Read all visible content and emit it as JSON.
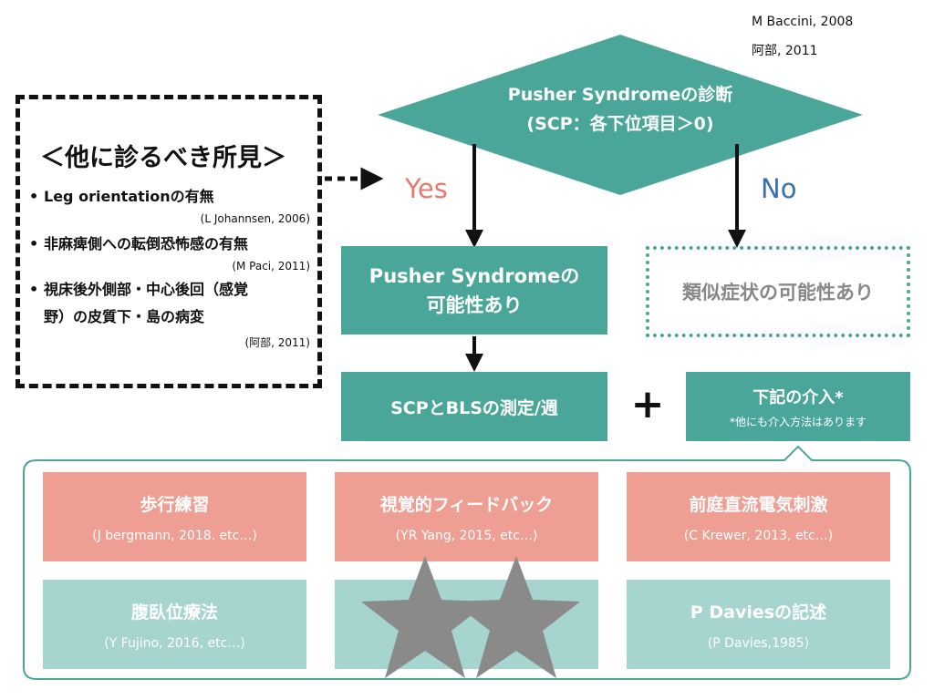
{
  "references": {
    "line1": "M Baccini, 2008",
    "line2": "阿部, 2011"
  },
  "decision": {
    "title_line1": "Pusher Syndromeの診断",
    "title_line2": "(SCP：各下位項目＞0)"
  },
  "branches": {
    "yes": "Yes",
    "no": "No"
  },
  "left_panel": {
    "title": "＜他に診るべき所見＞",
    "bullet": "•",
    "items": [
      {
        "text": "Leg orientationの有無",
        "cite": "(L Johannsen, 2006)"
      },
      {
        "text": "非麻痺側への転倒恐怖感の有無",
        "cite": "(M Paci, 2011)"
      },
      {
        "text_line1": "視床後外側部・中心後回（感覚",
        "text_line2": "野）の皮質下・島の病変",
        "cite": "(阿部, 2011)"
      }
    ]
  },
  "yes_result": {
    "line1": "Pusher Syndromeの",
    "line2": "可能性あり"
  },
  "no_result": "類似症状の可能性あり",
  "measurement": "SCPとBLSの測定/週",
  "plus": "+",
  "intervention": {
    "title": "下記の介入*",
    "note": "*他にも介入方法はあります"
  },
  "interventions": [
    {
      "name": "歩行練習",
      "cite": "(J bergmann, 2018. etc…)"
    },
    {
      "name": "視覚的フィードバック",
      "cite": "(YR Yang, 2015, etc…)"
    },
    {
      "name": "前庭直流電気刺激",
      "cite": "(C Krewer, 2013, etc…)"
    },
    {
      "name": "腹臥位療法",
      "cite": "(Y Fujino, 2016, etc…)"
    },
    {
      "name": "",
      "cite": ""
    },
    {
      "name": "P Daviesの記述",
      "cite": "(P Davies,1985)"
    }
  ],
  "colors": {
    "teal": "#4ba69a",
    "card_red": "#ef9e93",
    "card_mint": "#a6d4ce",
    "yes": "#e8786a",
    "no": "#3a6fb3",
    "stars": "#8a8a8a"
  }
}
